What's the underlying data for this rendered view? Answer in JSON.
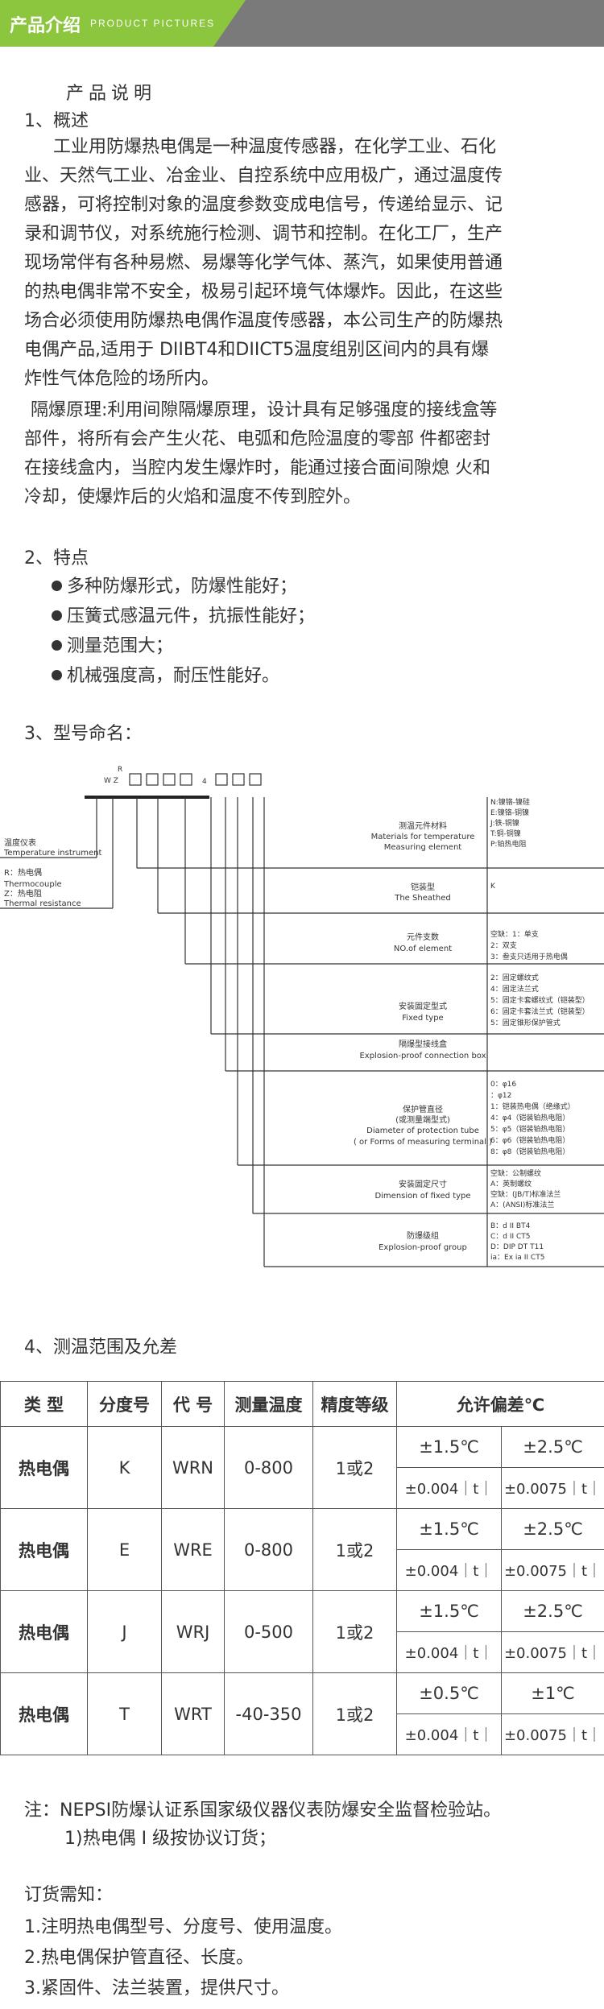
{
  "banner": {
    "title": "产品介绍",
    "subtitle": "PRODUCT  PICTURES"
  },
  "doc": {
    "title": "产品说明",
    "s1_heading": "1、概述",
    "s1_lines": [
      "工业用防爆热电偶是一种温度传感器，在化学工业、石化",
      "业、天然气工业、冶金业、自控系统中应用极广，通过温度传",
      "感器，可将控制对象的温度参数变成电信号，传递给显示、记",
      "录和调节仪，对系统施行检测、调节和控制。在化工厂，生产",
      "现场常伴有各种易燃、易爆等化学气体、蒸汽，如果使用普通",
      "的热电偶非常不安全，极易引起环境气体爆炸。因此，在这些",
      "场合必须使用防爆热电偶作温度传感器，本公司生产的防爆热",
      "电偶产品,适用于 DIIBT4和DIICT5温度组别区间内的具有爆",
      "炸性气体危险的场所内。"
    ],
    "s1b_lines": [
      "隔爆原理:利用间隙隔爆原理，设计具有足够强度的接线盒等",
      "部件，将所有会产生火花、电弧和危险温度的零部 件都密封",
      "在接线盒内，当腔内发生爆炸时，能通过接合面间隙熄 火和",
      "冷却，使爆炸后的火焰和温度不传到腔外。"
    ],
    "s2_heading": "2、特点",
    "features": [
      "多种防爆形式，防爆性能好；",
      "压簧式感温元件，抗振性能好；",
      "测量范围大；",
      "机械强度高，耐压性能好。"
    ],
    "s3_heading": "3、型号命名：",
    "s4_heading": "4、测温范围及允差"
  },
  "diagram": {
    "code_r": "R",
    "code_wz": "W Z",
    "code_4": "4",
    "left_labels": [
      "温度仪表",
      "Temperature instrument",
      "R：热电偶",
      "Thermocouple",
      "Z：热电阻",
      "Thermal resistance"
    ],
    "rows": [
      {
        "cn": "测温元件材料",
        "en1": "Materials for temperature",
        "en2": "Measuring element",
        "opts": [
          "N:镍铬-镍硅",
          "E:镍铬-铜镍",
          "J:铁-铜镍",
          "T:铜-铜镍",
          "P:铂热电阻"
        ]
      },
      {
        "cn": "铠装型",
        "en1": "The Sheathed",
        "en2": "",
        "opts": [
          "K"
        ]
      },
      {
        "cn": "元件支数",
        "en1": "NO.of element",
        "en2": "",
        "opts": [
          "空缺：1：单支",
          "2：双支",
          "3：叁支只适用于热电偶"
        ]
      },
      {
        "cn": "安装固定型式",
        "en1": "Fixed type",
        "en2": "",
        "opts": [
          "2：固定螺纹式",
          "4：固定法兰式",
          "5：固定卡套螺纹式（铠装型）",
          "6：固定卡套法兰式（铠装型）",
          "5：固定锥形保护管式"
        ]
      },
      {
        "cn": "隔爆型接线盒",
        "en1": "Explosion-proof connection box",
        "en2": "",
        "opts": []
      },
      {
        "cn": "保护管直径",
        "en1": "(或测量端型式)",
        "en2": "Diameter of protection tube",
        "en3": "( or Forms of measuring terminal )",
        "opts": [
          "0：φ16",
          "：φ12",
          "1：铠装热电偶（绝缘式）",
          "4：φ4（铠装铂热电阻）",
          "5：φ5（铠装铂热电阻）",
          "6：φ6（铠装铂热电阻）",
          "8：φ8（铠装铂热电阻）"
        ]
      },
      {
        "cn": "安装固定尺寸",
        "en1": "Dimension of fixed type",
        "en2": "",
        "opts": [
          "空缺：公制螺纹",
          "A：英制螺纹",
          "空缺：(JB/T)标准法兰",
          "A：(ANSI)标准法兰"
        ]
      },
      {
        "cn": "防爆级组",
        "en1": "Explosion-proof group",
        "en2": "",
        "opts": [
          "B：d II BT4",
          "C：d II  CT5",
          "D：DIP DT T11",
          "ia：Ex ia II CT5"
        ]
      }
    ]
  },
  "table": {
    "headers": [
      "类 型",
      "分度号",
      "代 号",
      "测量温度",
      "精度等级",
      "允许偏差℃"
    ],
    "rows": [
      {
        "type": "热电偶",
        "grade": "K",
        "code": "WRN",
        "range": "0-800",
        "acc": "1或2",
        "tol": [
          "±1.5℃",
          "±2.5℃",
          "±0.004｜t｜",
          "±0.0075｜t｜"
        ]
      },
      {
        "type": "热电偶",
        "grade": "E",
        "code": "WRE",
        "range": "0-800",
        "acc": "1或2",
        "tol": [
          "±1.5℃",
          "±2.5℃",
          "±0.004｜t｜",
          "±0.0075｜t｜"
        ]
      },
      {
        "type": "热电偶",
        "grade": "J",
        "code": "WRJ",
        "range": "0-500",
        "acc": "1或2",
        "tol": [
          "±1.5℃",
          "±2.5℃",
          "±0.004｜t｜",
          "±0.0075｜t｜"
        ]
      },
      {
        "type": "热电偶",
        "grade": "T",
        "code": "WRT",
        "range": "-40-350",
        "acc": "1或2",
        "tol": [
          "±0.5℃",
          "±1℃",
          "±0.004｜t｜",
          "±0.0075｜t｜"
        ]
      }
    ]
  },
  "notes": {
    "n1": "注：NEPSI防爆认证系国家级仪器仪表防爆安全监督检验站。",
    "n2": "1)热电偶 I 级按协议订货；",
    "order_heading": "订货需知：",
    "order": [
      "1.注明热电偶型号、分度号、使用温度。",
      "2.热电偶保护管直径、长度。",
      "3.紧固件、法兰装置，提供尺寸。"
    ]
  }
}
